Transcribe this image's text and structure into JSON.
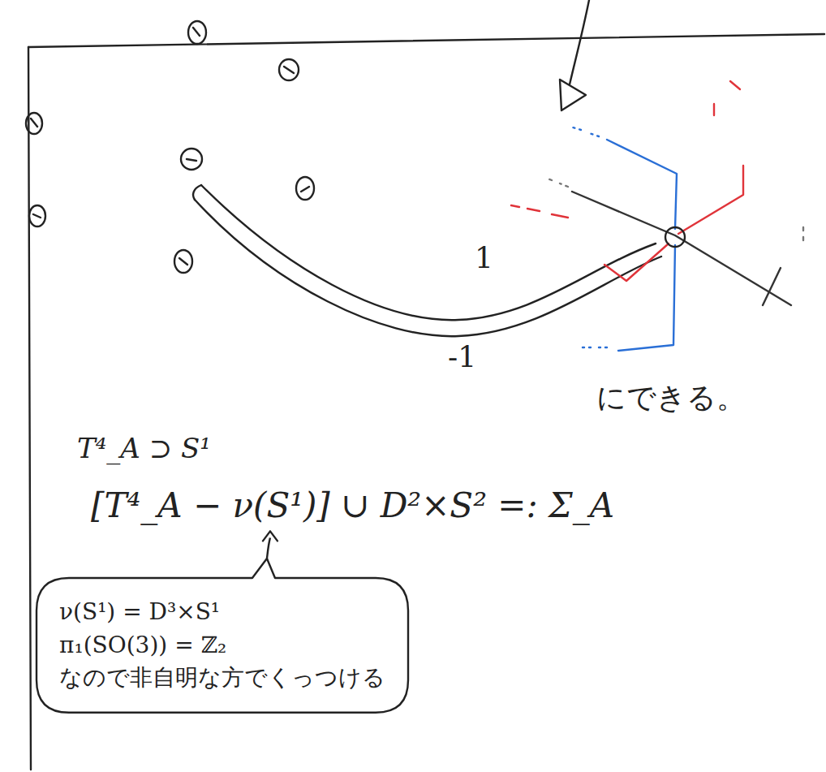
{
  "diagram": {
    "nodes": [
      {
        "text": [
          "ν(S¹) = D³×S¹",
          "π₁(SO(3)) = ℤ₂",
          "なので非自明な方でくっつける"
        ]
      }
    ],
    "labels": [
      "1",
      "-1",
      "にできる。",
      "T⁴_A ⊃ S¹",
      "[T⁴_A − ν(S¹)] ∪ D²×S² =: Σ_A"
    ]
  }
}
